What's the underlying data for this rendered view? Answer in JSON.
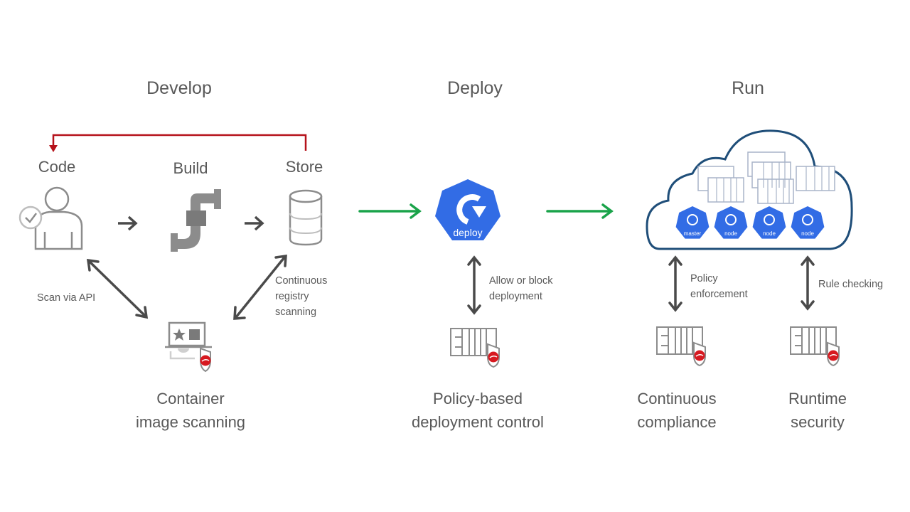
{
  "phases": {
    "develop": "Develop",
    "deploy": "Deploy",
    "run": "Run"
  },
  "develop_steps": {
    "code": "Code",
    "build": "Build",
    "store": "Store"
  },
  "annotations": {
    "scan_via_api": "Scan via API",
    "registry_scanning": [
      "Continuous",
      "registry",
      "scanning"
    ],
    "allow_block": [
      "Allow or block",
      "deployment"
    ],
    "policy_enforcement": [
      "Policy",
      "enforcement"
    ],
    "rule_checking": "Rule checking"
  },
  "deploy_badge": "deploy",
  "cluster_nodes": [
    "master",
    "node",
    "node",
    "node"
  ],
  "captions": {
    "image_scanning": [
      "Container",
      "image scanning"
    ],
    "deployment_control": [
      "Policy-based",
      "deployment control"
    ],
    "compliance": [
      "Continuous",
      "compliance"
    ],
    "runtime": [
      "Runtime",
      "security"
    ]
  },
  "colors": {
    "feedback_arrow": "#b5121b",
    "flow_arrow": "#1aa34a",
    "kube_blue": "#326ce5",
    "cloud_outline": "#1f4e79",
    "icon_gray": "#8c8c8c",
    "trend_red": "#d71920"
  }
}
